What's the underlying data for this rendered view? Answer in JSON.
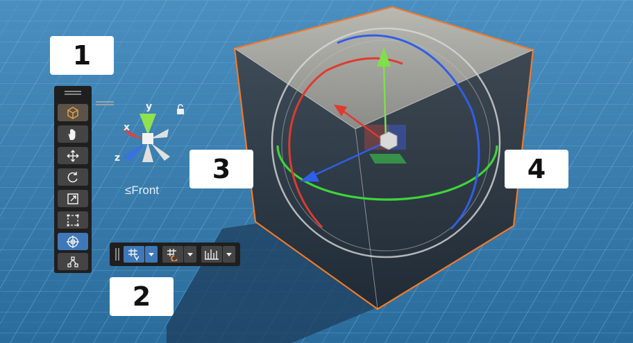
{
  "callouts": {
    "c1": "1",
    "c2": "2",
    "c3": "3",
    "c4": "4"
  },
  "orientation_gizmo": {
    "x_label": "x",
    "y_label": "y",
    "z_label": "z",
    "view_label": "≤Front",
    "lock_icon": "padlock-icon"
  },
  "tools_overlay": {
    "tools": [
      {
        "name": "view-tool",
        "icon": "cube-icon"
      },
      {
        "name": "hand-tool",
        "icon": "hand-icon"
      },
      {
        "name": "move-tool",
        "icon": "move-arrows-icon"
      },
      {
        "name": "rotate-tool",
        "icon": "rotate-icon"
      },
      {
        "name": "scale-tool",
        "icon": "scale-icon"
      },
      {
        "name": "rect-tool",
        "icon": "rect-transform-icon"
      },
      {
        "name": "transform-tool",
        "icon": "transform-icon",
        "active": true
      },
      {
        "name": "custom-tool",
        "icon": "custom-editor-icon"
      }
    ]
  },
  "snapping_overlay": {
    "items": [
      "grid-snap-icon",
      "increment-snap-icon",
      "ruler-icon"
    ]
  },
  "colors": {
    "accent": "#3e78b8",
    "x_axis": "#e03a2e",
    "y_axis": "#7ee04a",
    "z_axis": "#2f5fe6",
    "selection_outline": "#f07a2b",
    "grid_bg": "#2e77a8"
  }
}
